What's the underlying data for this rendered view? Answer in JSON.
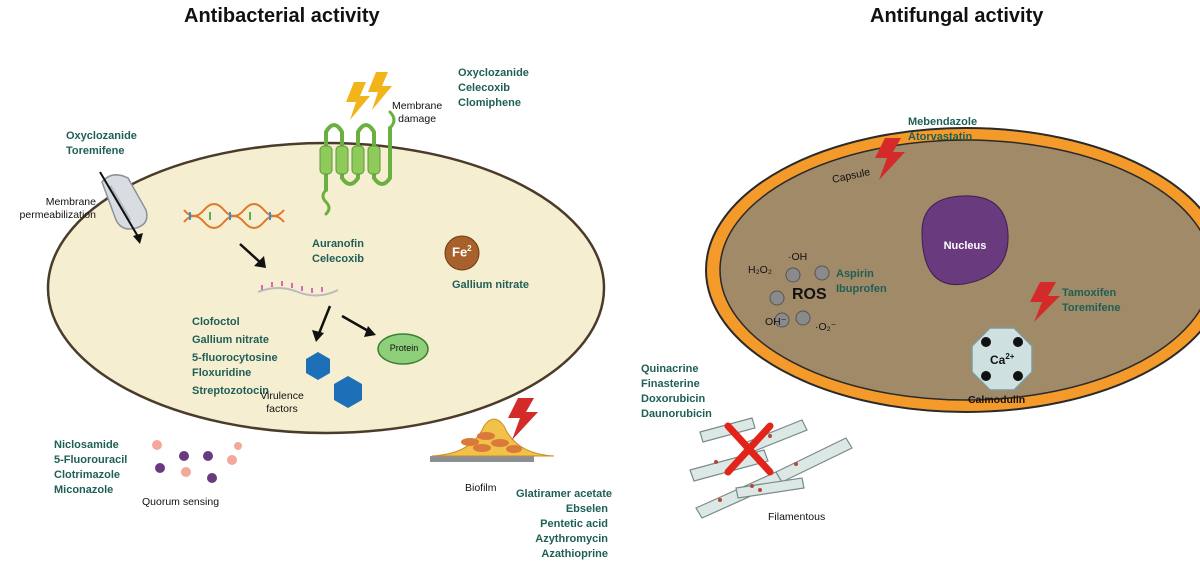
{
  "titles": {
    "antibacterial": "Antibacterial activity",
    "antifungal": "Antifungal activity"
  },
  "antibacterial": {
    "membrane_damage_drugs": [
      "Oxyclozanide",
      "Celecoxib",
      "Clomiphene"
    ],
    "membrane_damage_label": [
      "Membrane",
      "damage"
    ],
    "permeabilization_drugs": [
      "Oxyclozanide",
      "Toremifene"
    ],
    "permeabilization_label": [
      "Membrane",
      "permeabilization"
    ],
    "auranofin_drugs": [
      "Auranofin",
      "Celecoxib"
    ],
    "iron_label": "Fe",
    "iron_superscript": "2",
    "gallium_label": "Gallium nitrate",
    "protein_label": "Protein",
    "synthesis_drugs": [
      "Clofoctol",
      "Gallium nitrate",
      "5-fluorocytosine",
      "Floxuridine",
      "Streptozotocin"
    ],
    "virulence_label": [
      "Virulence",
      "factors"
    ],
    "quorum_drugs": [
      "Niclosamide",
      "5-Fluorouracil",
      "Clotrimazole",
      "Miconazole"
    ],
    "quorum_label": "Quorum sensing",
    "biofilm_label": "Biofilm",
    "biofilm_drugs": [
      "Glatiramer acetate",
      "Ebselen",
      "Pentetic acid",
      "Azythromycin",
      "Azathioprine"
    ]
  },
  "antifungal": {
    "capsule_drugs": [
      "Mebendazole",
      "Atorvastatin"
    ],
    "capsule_label": "Capsule",
    "nucleus_label": "Nucleus",
    "ros_label": "ROS",
    "ros_species": {
      "hydroxyl": "·OH",
      "h2o2": "H₂O₂",
      "hydroxide": "OH⁻",
      "superoxide": "·O₂⁻"
    },
    "ros_drugs": [
      "Aspirin",
      "Ibuprofen"
    ],
    "calmodulin_drugs": [
      "Tamoxifen",
      "Toremifene"
    ],
    "calcium_label": "Ca",
    "calcium_superscript": "2+",
    "calmodulin_label": "Calmodulin",
    "filament_drugs": [
      "Quinacrine",
      "Finasterine",
      "Doxorubicin",
      "Daunorubicin"
    ],
    "filament_label": "Filamentous"
  },
  "colors": {
    "drug_text": "#1f5f56",
    "bacteria_fill": "#f6eed0",
    "fungus_fill": "#a08a68",
    "capsule": "#f39a2a",
    "nucleus": "#6a3a7e",
    "lightning_red": "#d42a2a",
    "lightning_yellow": "#f2b31b",
    "membrane_green": "#7fbf4a",
    "hexagon_blue": "#1d6fb7",
    "protein_green": "#8ed07a"
  }
}
